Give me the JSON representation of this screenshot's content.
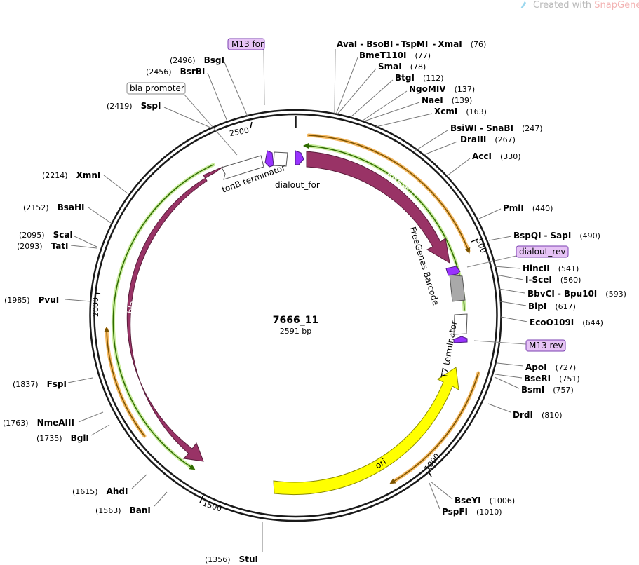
{
  "plasmid": {
    "name": "7666_11",
    "length": "2591 bp"
  },
  "credit": {
    "prefix": "Created with ",
    "brand": "SnapGene",
    "mark": "®",
    "logo_icon": "snapgene-logo-icon"
  },
  "ticks": [
    "500",
    "1000",
    "1500",
    "2000",
    "2500"
  ],
  "feature_labels": {
    "rnase_h": "RNAse H",
    "bla": "bla",
    "ori": "ori",
    "freegenes_barcode": "FreeGenes Barcode",
    "t7_terminator": "T7 terminator",
    "tonb_terminator": "tonB terminator",
    "dialout_for": "dialout_for"
  },
  "primers": {
    "m13_for": "M13 for",
    "dialout_rev": "dialout_rev",
    "m13_rev": "M13 rev",
    "bla_promoter": "bla promoter"
  },
  "sites": [
    {
      "names": [
        "AvaI",
        "BsoBI",
        "TspMI",
        "XmaI"
      ],
      "pos": "(76)"
    },
    {
      "names": [
        "BmeT110I"
      ],
      "pos": "(77)"
    },
    {
      "names": [
        "SmaI"
      ],
      "pos": "(78)"
    },
    {
      "names": [
        "BtgI"
      ],
      "pos": "(112)"
    },
    {
      "names": [
        "NgoMIV"
      ],
      "pos": "(137)"
    },
    {
      "names": [
        "NaeI"
      ],
      "pos": "(139)"
    },
    {
      "names": [
        "XcmI"
      ],
      "pos": "(163)"
    },
    {
      "names": [
        "BsiWI",
        "SnaBI"
      ],
      "pos": "(247)"
    },
    {
      "names": [
        "DraIII"
      ],
      "pos": "(267)"
    },
    {
      "names": [
        "AccI"
      ],
      "pos": "(330)"
    },
    {
      "names": [
        "PmlI"
      ],
      "pos": "(440)"
    },
    {
      "names": [
        "BspQI",
        "SapI"
      ],
      "pos": "(490)"
    },
    {
      "names": [
        "HincII"
      ],
      "pos": "(541)"
    },
    {
      "names": [
        "I-SceI"
      ],
      "pos": "(560)"
    },
    {
      "names": [
        "BbvCI",
        "Bpu10I"
      ],
      "pos": "(593)"
    },
    {
      "names": [
        "BlpI"
      ],
      "pos": "(617)"
    },
    {
      "names": [
        "EcoO109I"
      ],
      "pos": "(644)"
    },
    {
      "names": [
        "ApoI"
      ],
      "pos": "(727)"
    },
    {
      "names": [
        "BseRI"
      ],
      "pos": "(751)"
    },
    {
      "names": [
        "BsmI"
      ],
      "pos": "(757)"
    },
    {
      "names": [
        "DrdI"
      ],
      "pos": "(810)"
    },
    {
      "names": [
        "BseYI"
      ],
      "pos": "(1006)"
    },
    {
      "names": [
        "PspFI"
      ],
      "pos": "(1010)"
    },
    {
      "names": [
        "StuI"
      ],
      "pos": "(1356)"
    },
    {
      "names": [
        "BanI"
      ],
      "pos": "(1563)"
    },
    {
      "names": [
        "AhdI"
      ],
      "pos": "(1615)"
    },
    {
      "names": [
        "BglI"
      ],
      "pos": "(1735)"
    },
    {
      "names": [
        "NmeAIII"
      ],
      "pos": "(1763)"
    },
    {
      "names": [
        "FspI"
      ],
      "pos": "(1837)"
    },
    {
      "names": [
        "PvuI"
      ],
      "pos": "(1985)"
    },
    {
      "names": [
        "TatI"
      ],
      "pos": "(2093)"
    },
    {
      "names": [
        "ScaI"
      ],
      "pos": "(2095)"
    },
    {
      "names": [
        "BsaHI"
      ],
      "pos": "(2152)"
    },
    {
      "names": [
        "XmnI"
      ],
      "pos": "(2214)"
    },
    {
      "names": [
        "SspI"
      ],
      "pos": "(2419)"
    },
    {
      "names": [
        "BsrBI"
      ],
      "pos": "(2456)"
    },
    {
      "names": [
        "BsgI"
      ],
      "pos": "(2496)"
    }
  ],
  "colors": {
    "rnase_h": "#993366",
    "bla": "#993366",
    "ori": "#ffff00",
    "barcode": "#a9a9a9",
    "primer": "#9933ff",
    "primer_label_bg": "#e6c3f5",
    "orf": "#f4b860",
    "orf_dark": "#7a5200",
    "green_orf": "#8fd14f",
    "green_dark": "#2f6b00",
    "backbone": "#1a1a1a"
  }
}
